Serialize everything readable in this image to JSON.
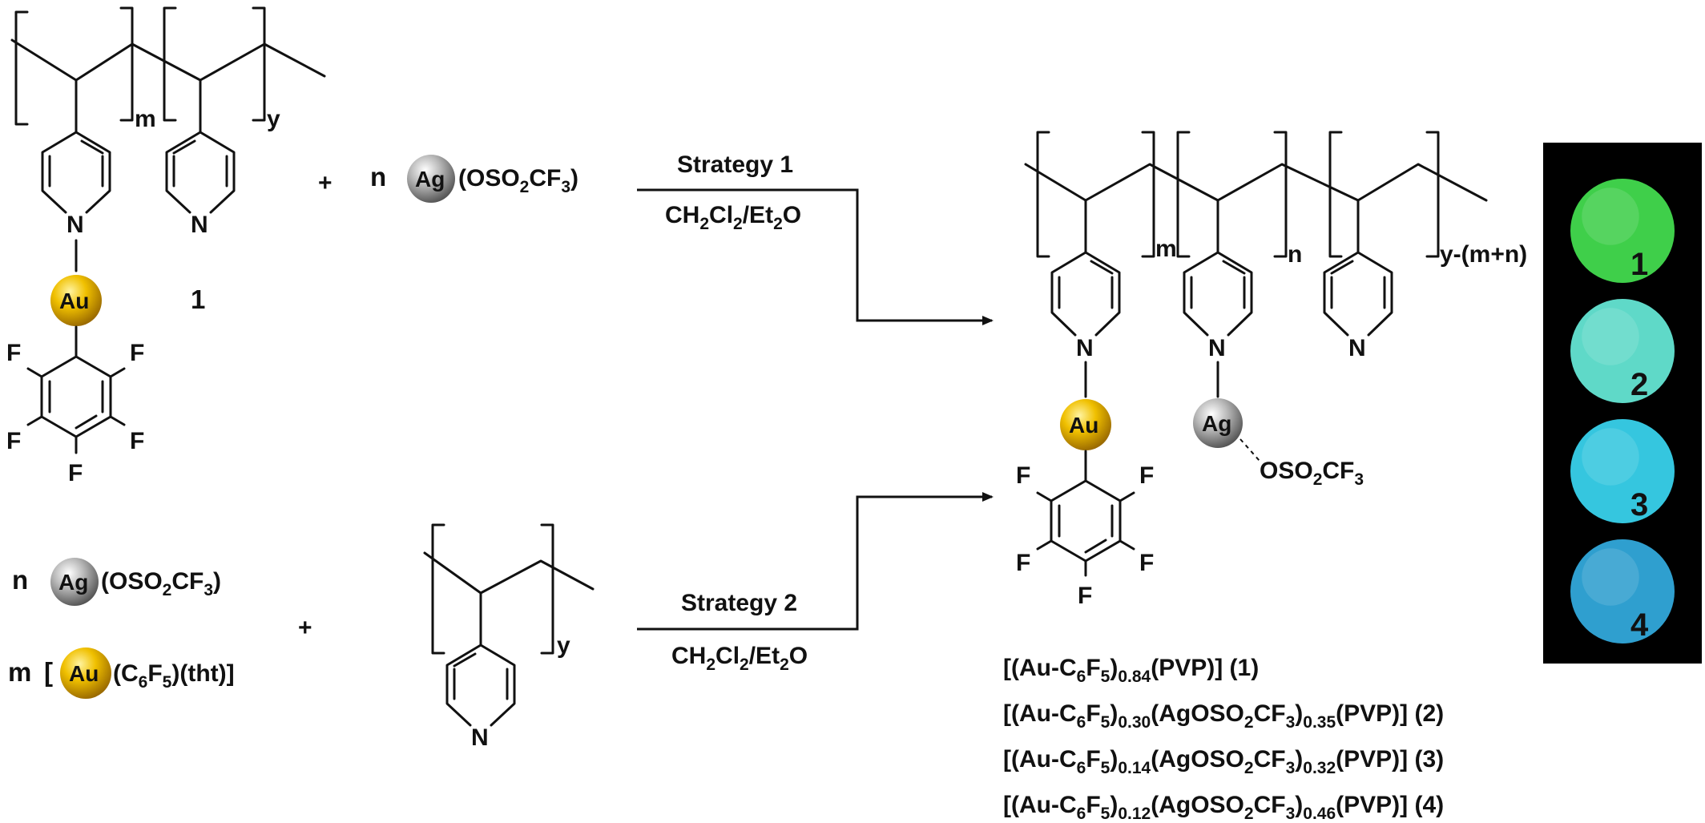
{
  "reactants": {
    "polymer_m": "m",
    "polymer_y": "y",
    "compound_number": "1",
    "gold_label": "Au",
    "silver_label": "Ag",
    "fluorine": "F",
    "nitrogen": "N",
    "plus": "+",
    "coef_n": "n",
    "coef_m": "m",
    "otf": "(OSO",
    "otf_2": "2",
    "otf_cf": "CF",
    "otf_3": "3",
    "otf_close": ")",
    "au_bracket": "[",
    "au_c6": "(C",
    "au_6": "6",
    "au_f": "F",
    "au_5": "5",
    "au_tail": ")(tht)]"
  },
  "strategies": [
    {
      "label": "Strategy 1",
      "solvent_a": "CH",
      "solvent_a_sub": "2",
      "solvent_b": "Cl",
      "solvent_b_sub": "2",
      "solvent_c": "/Et",
      "solvent_c_sub": "2",
      "solvent_d": "O"
    },
    {
      "label": "Strategy 2",
      "solvent_a": "CH",
      "solvent_a_sub": "2",
      "solvent_b": "Cl",
      "solvent_b_sub": "2",
      "solvent_c": "/Et",
      "solvent_c_sub": "2",
      "solvent_d": "O"
    }
  ],
  "product": {
    "index_m": "m",
    "index_n": "n",
    "index_rest": "y-(m+n)",
    "otf_label": "OSO",
    "otf_2": "2",
    "otf_cf": "CF",
    "otf_3": "3"
  },
  "formulas": [
    {
      "parts": [
        "[(Au-C",
        "6",
        "F",
        "5",
        ")",
        "0.84",
        "(PVP)] (1)"
      ]
    },
    {
      "parts": [
        "[(Au-C",
        "6",
        "F",
        "5",
        ")",
        "0.30",
        "(AgOSO",
        "2",
        "CF",
        "3",
        ")",
        "0.35",
        "(PVP)] (2)"
      ]
    },
    {
      "parts": [
        "[(Au-C",
        "6",
        "F",
        "5",
        ")",
        "0.14",
        "(AgOSO",
        "2",
        "CF",
        "3",
        ")",
        "0.32",
        "(PVP)] (3)"
      ]
    },
    {
      "parts": [
        "[(Au-C",
        "6",
        "F",
        "5",
        ")",
        "0.12",
        "(AgOSO",
        "2",
        "CF",
        "3",
        ")",
        "0.46",
        "(PVP)] (4)"
      ]
    }
  ],
  "photos": [
    {
      "number": "1",
      "color": "#3fcf4a"
    },
    {
      "number": "2",
      "color": "#5fd9c8"
    },
    {
      "number": "3",
      "color": "#35c6df"
    },
    {
      "number": "4",
      "color": "#2f9fcf"
    }
  ],
  "colors": {
    "gold": "#e0a800",
    "silver": "#9a9a9a",
    "photo_bg": "#000000"
  }
}
